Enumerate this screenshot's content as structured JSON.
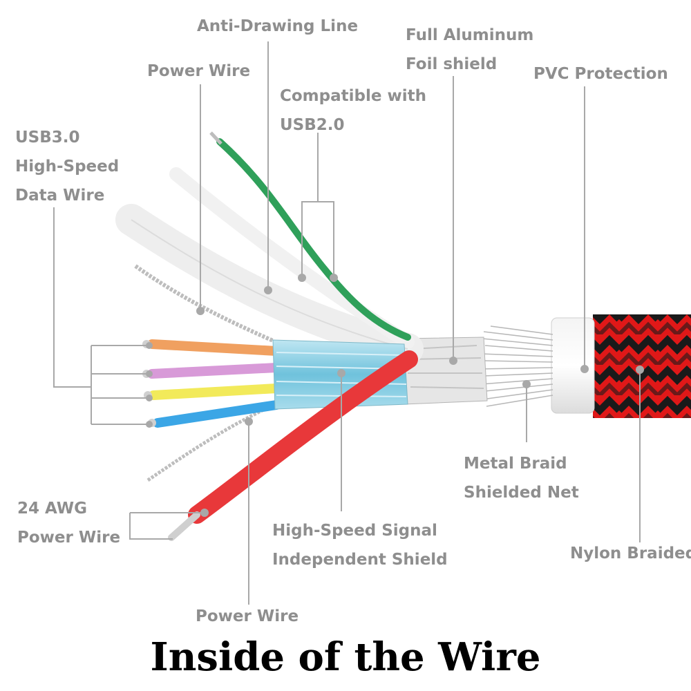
{
  "labels": {
    "anti_drawing_line": "Anti-Drawing Line",
    "foil_shield": [
      "Full Aluminum",
      "Foil shield"
    ],
    "power_wire_top": "Power Wire",
    "compatible": [
      "Compatible with",
      "USB2.0"
    ],
    "pvc": "PVC Protection",
    "usb3": [
      "USB3.0",
      "High-Speed",
      "Data Wire"
    ],
    "metal_braid": [
      "Metal Braid",
      "Shielded Net"
    ],
    "awg": [
      "24 AWG",
      "Power Wire"
    ],
    "high_speed_shield": [
      "High-Speed Signal",
      "Independent Shield"
    ],
    "nylon": "Nylon Braided",
    "power_wire_bottom": "Power Wire"
  },
  "caption": "Inside of the Wire",
  "colors": {
    "label": "#8e8e8e",
    "leader": "#a8a8a8",
    "caption": "#000000",
    "green_wire": "#2fa05a",
    "orange_wire": "#f0a060",
    "purple_wire": "#d89ad8",
    "yellow_wire": "#f2ea5a",
    "blue_wire": "#3ba6e6",
    "red_wire": "#e8383a",
    "white_wire": "#f2f2f2",
    "foil": "#8fd0e6",
    "copper": "#c9c9c9",
    "sleeve": "#ffffff",
    "nylon_red": "#e01818",
    "nylon_black": "#1a1a1a"
  }
}
